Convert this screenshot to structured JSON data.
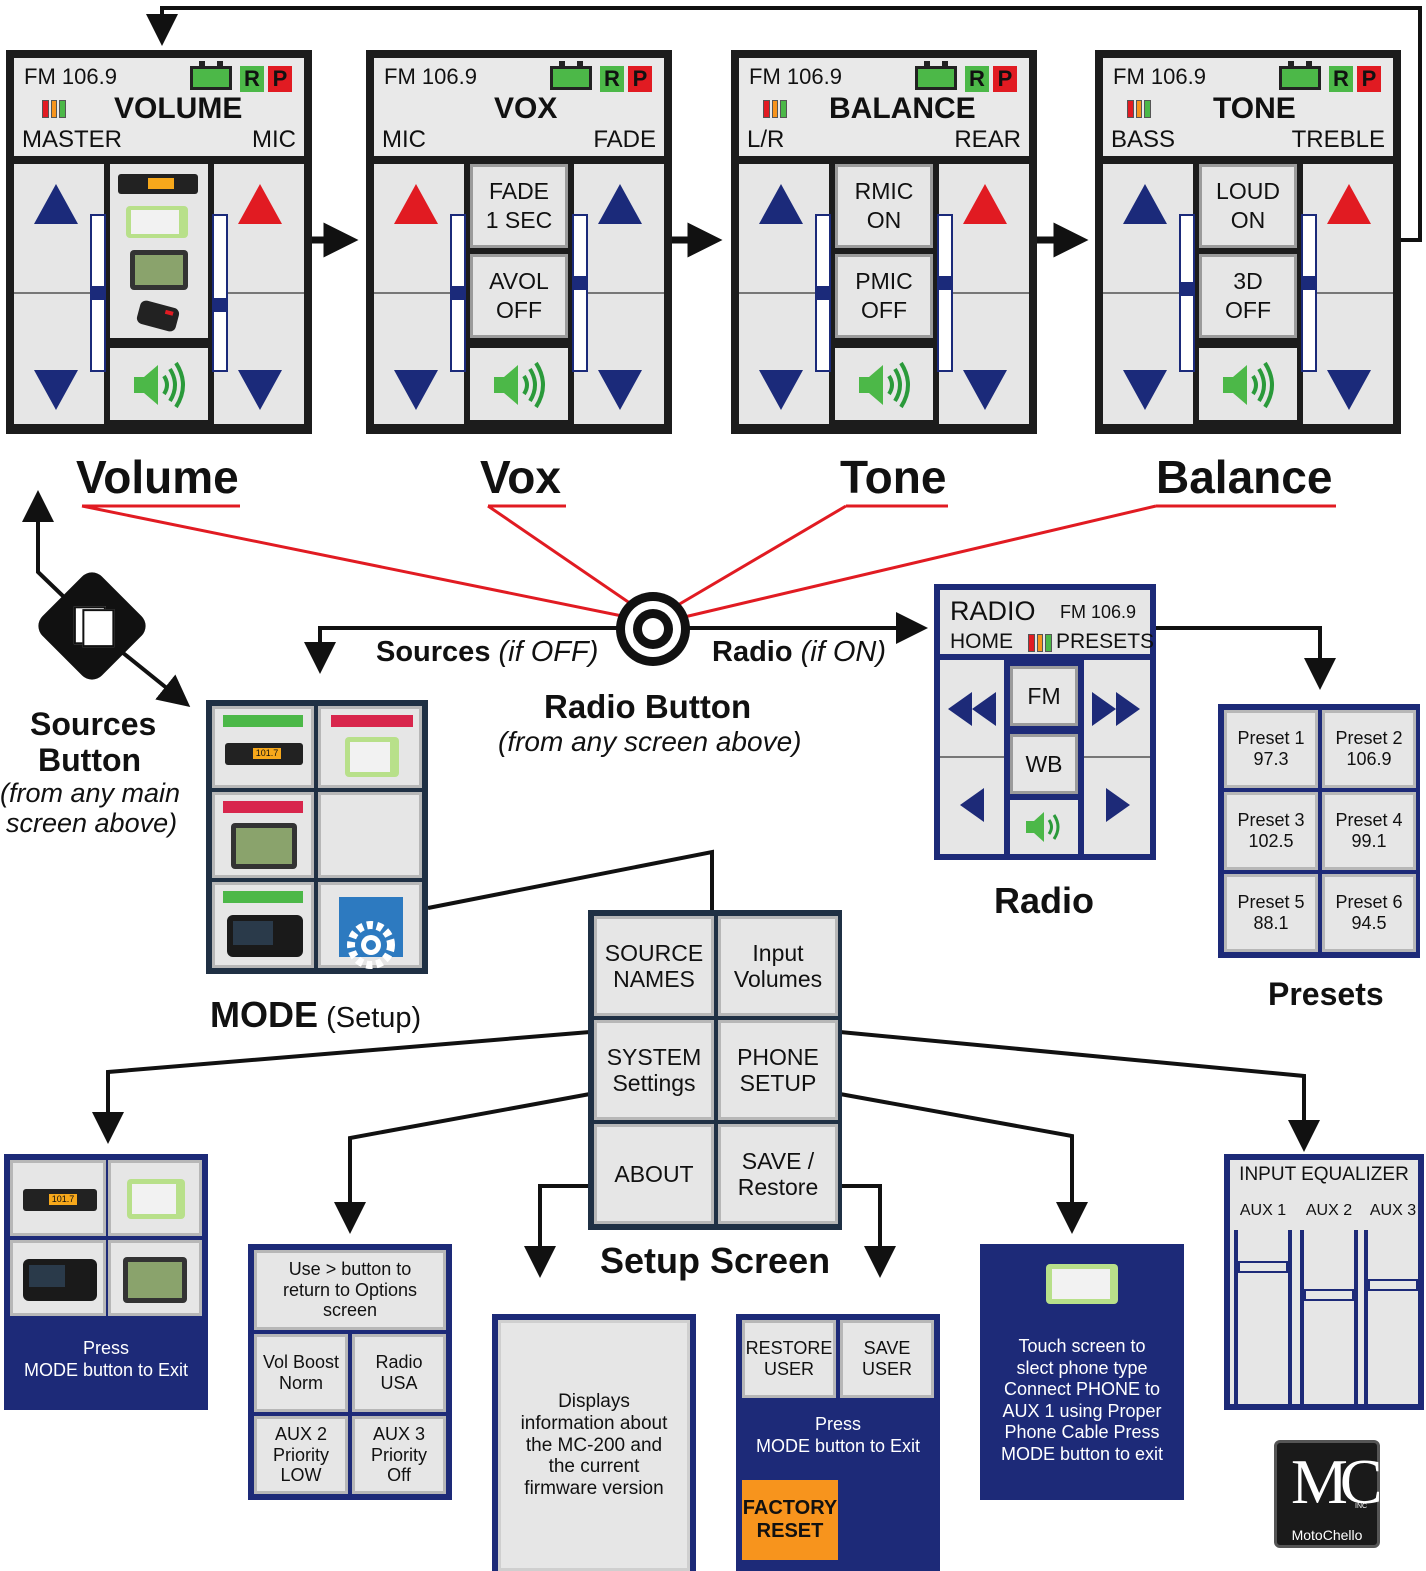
{
  "screens": [
    {
      "freq": "FM 106.9",
      "title": "VOLUME",
      "left": "MASTER",
      "right": "MIC",
      "rp": [
        "R",
        "P"
      ],
      "btn1": "",
      "btn2": ""
    },
    {
      "freq": "FM 106.9",
      "title": "VOX",
      "left": "MIC",
      "right": "FADE",
      "rp": [
        "R",
        "P"
      ],
      "btn1": "FADE\n1 SEC",
      "btn2": "AVOL\nOFF"
    },
    {
      "freq": "FM 106.9",
      "title": "BALANCE",
      "left": "L/R",
      "right": "REAR",
      "rp": [
        "R",
        "P"
      ],
      "btn1": "RMIC\nON",
      "btn2": "PMIC\nOFF"
    },
    {
      "freq": "FM 106.9",
      "title": "TONE",
      "left": "BASS",
      "right": "TREBLE",
      "rp": [
        "R",
        "P"
      ],
      "btn1": "LOUD\nON",
      "btn2": "3D\nOFF"
    }
  ],
  "captions": {
    "volume": "Volume",
    "vox": "Vox",
    "tone": "Tone",
    "balance": "Balance"
  },
  "radio_button": {
    "sources_bold": "Sources",
    "sources_ital": "(if OFF)",
    "radio_bold": "Radio",
    "radio_ital": "(if ON)",
    "title": "Radio Button",
    "subtitle": "(from any screen above)"
  },
  "sources_button": {
    "line1": "Sources",
    "line2": "Button",
    "line3": "(from any main",
    "line4": "screen above)"
  },
  "radio": {
    "title": "RADIO",
    "freq": "FM 106.9",
    "home": "HOME",
    "presets": "PRESETS",
    "fm": "FM",
    "wb": "WB",
    "caption": "Radio"
  },
  "presets": {
    "items": [
      {
        "name": "Preset 1",
        "freq": "97.3"
      },
      {
        "name": "Preset 2",
        "freq": "106.9"
      },
      {
        "name": "Preset 3",
        "freq": "102.5"
      },
      {
        "name": "Preset 4",
        "freq": "99.1"
      },
      {
        "name": "Preset 5",
        "freq": "88.1"
      },
      {
        "name": "Preset 6",
        "freq": "94.5"
      }
    ],
    "caption": "Presets"
  },
  "mode": {
    "caption_bold": "MODE",
    "caption_rest": "(Setup)",
    "stereo_label": "101.7"
  },
  "setup": {
    "cells": [
      "SOURCE\nNAMES",
      "Input\nVolumes",
      "SYSTEM\nSettings",
      "PHONE\nSETUP",
      "ABOUT",
      "SAVE /\nRestore"
    ],
    "caption": "Setup Screen"
  },
  "source_names": {
    "stereo_label": "101.7",
    "text": "Press\nMODE button to Exit"
  },
  "system": {
    "header": "Use > button to\nreturn to Options\nscreen",
    "cells": [
      "Vol Boost\nNorm",
      "Radio\nUSA",
      "AUX 2\nPriority\nLOW",
      "AUX 3\nPriority\nOff"
    ]
  },
  "about": {
    "text": "Displays\ninformation about\nthe MC-200 and\nthe current\nfirmware version"
  },
  "save": {
    "restore": "RESTORE\nUSER",
    "save": "SAVE\nUSER",
    "text": "Press\nMODE button to Exit",
    "factory": "FACTORY\nRESET"
  },
  "phone": {
    "text": "Touch screen to\nslect phone type\nConnect PHONE to\nAUX 1 using Proper\nPhone Cable Press\nMODE button to exit"
  },
  "equalizer": {
    "title": "INPUT EQUALIZER",
    "channels": [
      "AUX 1",
      "AUX 2",
      "AUX 3"
    ],
    "levels": [
      0.18,
      0.34,
      0.28
    ]
  },
  "logo": {
    "brand": "MotoChello",
    "mark": "MC",
    "inc": "INC"
  },
  "colors": {
    "navy": "#1d2a78",
    "red": "#e11b22",
    "green": "#4cb848",
    "orange": "#f7941d",
    "panel_gray": "#e6e6e6"
  }
}
